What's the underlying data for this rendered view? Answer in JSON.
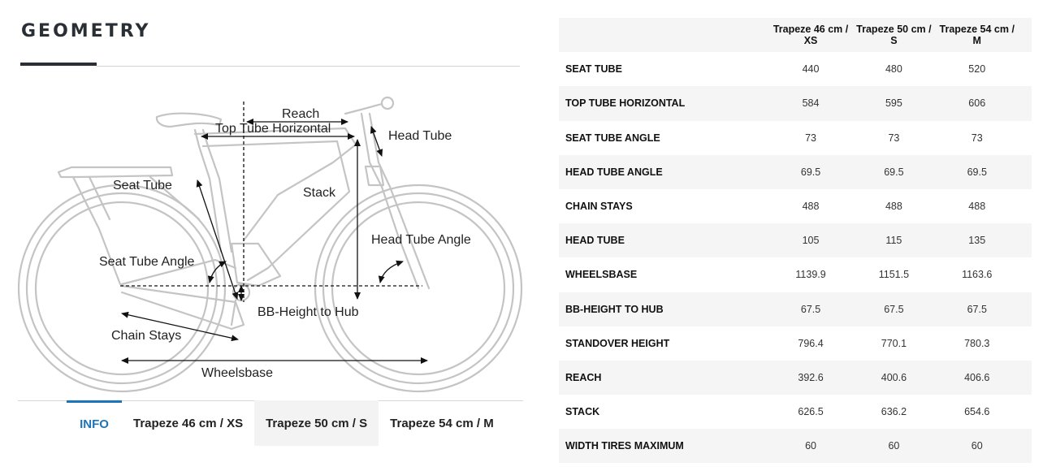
{
  "header": {
    "title": "GEOMETRY"
  },
  "diagram": {
    "labels": {
      "reach": "Reach",
      "top_tube": "Top Tube Horizontal",
      "head_tube": "Head Tube",
      "seat_tube": "Seat Tube",
      "stack": "Stack",
      "head_tube_angle": "Head Tube Angle",
      "seat_tube_angle": "Seat Tube Angle",
      "bb_height": "BB-Height to Hub",
      "chain_stays": "Chain Stays",
      "wheelbase": "Wheelsbase"
    }
  },
  "tabs": [
    "INFO",
    "Trapeze 46 cm / XS",
    "Trapeze 50 cm / S",
    "Trapeze 54 cm / M"
  ],
  "table": {
    "columns": [
      "Trapeze 46 cm / XS",
      "Trapeze 50 cm / S",
      "Trapeze 54 cm / M"
    ],
    "rows": [
      {
        "label": "SEAT TUBE",
        "values": [
          "440",
          "480",
          "520"
        ]
      },
      {
        "label": "TOP TUBE HORIZONTAL",
        "values": [
          "584",
          "595",
          "606"
        ]
      },
      {
        "label": "SEAT TUBE ANGLE",
        "values": [
          "73",
          "73",
          "73"
        ]
      },
      {
        "label": "HEAD TUBE ANGLE",
        "values": [
          "69.5",
          "69.5",
          "69.5"
        ]
      },
      {
        "label": "CHAIN STAYS",
        "values": [
          "488",
          "488",
          "488"
        ]
      },
      {
        "label": "HEAD TUBE",
        "values": [
          "105",
          "115",
          "135"
        ]
      },
      {
        "label": "WHEELSBASE",
        "values": [
          "1139.9",
          "1151.5",
          "1163.6"
        ]
      },
      {
        "label": "BB-HEIGHT TO HUB",
        "values": [
          "67.5",
          "67.5",
          "67.5"
        ]
      },
      {
        "label": "STANDOVER HEIGHT",
        "values": [
          "796.4",
          "770.1",
          "780.3"
        ]
      },
      {
        "label": "REACH",
        "values": [
          "392.6",
          "400.6",
          "406.6"
        ]
      },
      {
        "label": "STACK",
        "values": [
          "626.5",
          "636.2",
          "654.6"
        ]
      },
      {
        "label": "WIDTH TIRES MAXIMUM",
        "values": [
          "60",
          "60",
          "60"
        ]
      }
    ]
  }
}
